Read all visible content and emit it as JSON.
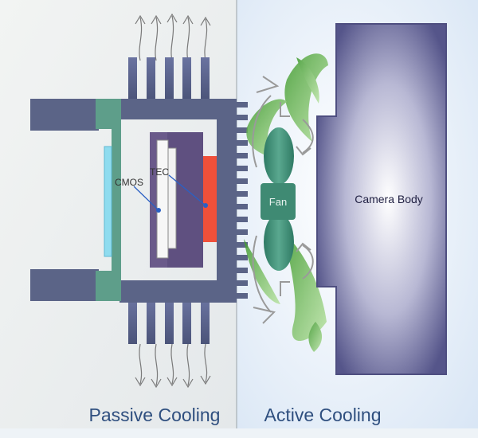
{
  "labels": {
    "cmos": "CMOS",
    "tec": "TEC",
    "fan": "Fan",
    "camera_body": "Camera Body",
    "passive_cooling": "Passive Cooling",
    "active_cooling": "Active Cooling"
  },
  "colors": {
    "heatsink": "#5b6487",
    "mount_teal": "#5e9e8a",
    "lens_glass": "#8fdcef",
    "cmos_board": "#6a5a8a",
    "tec_red": "#f0503a",
    "fan_blade": "#3f8a73",
    "camera_body": "#6b6b9a",
    "airflow_green": "#6fbf4a",
    "section_title": "#2f4f7f"
  }
}
